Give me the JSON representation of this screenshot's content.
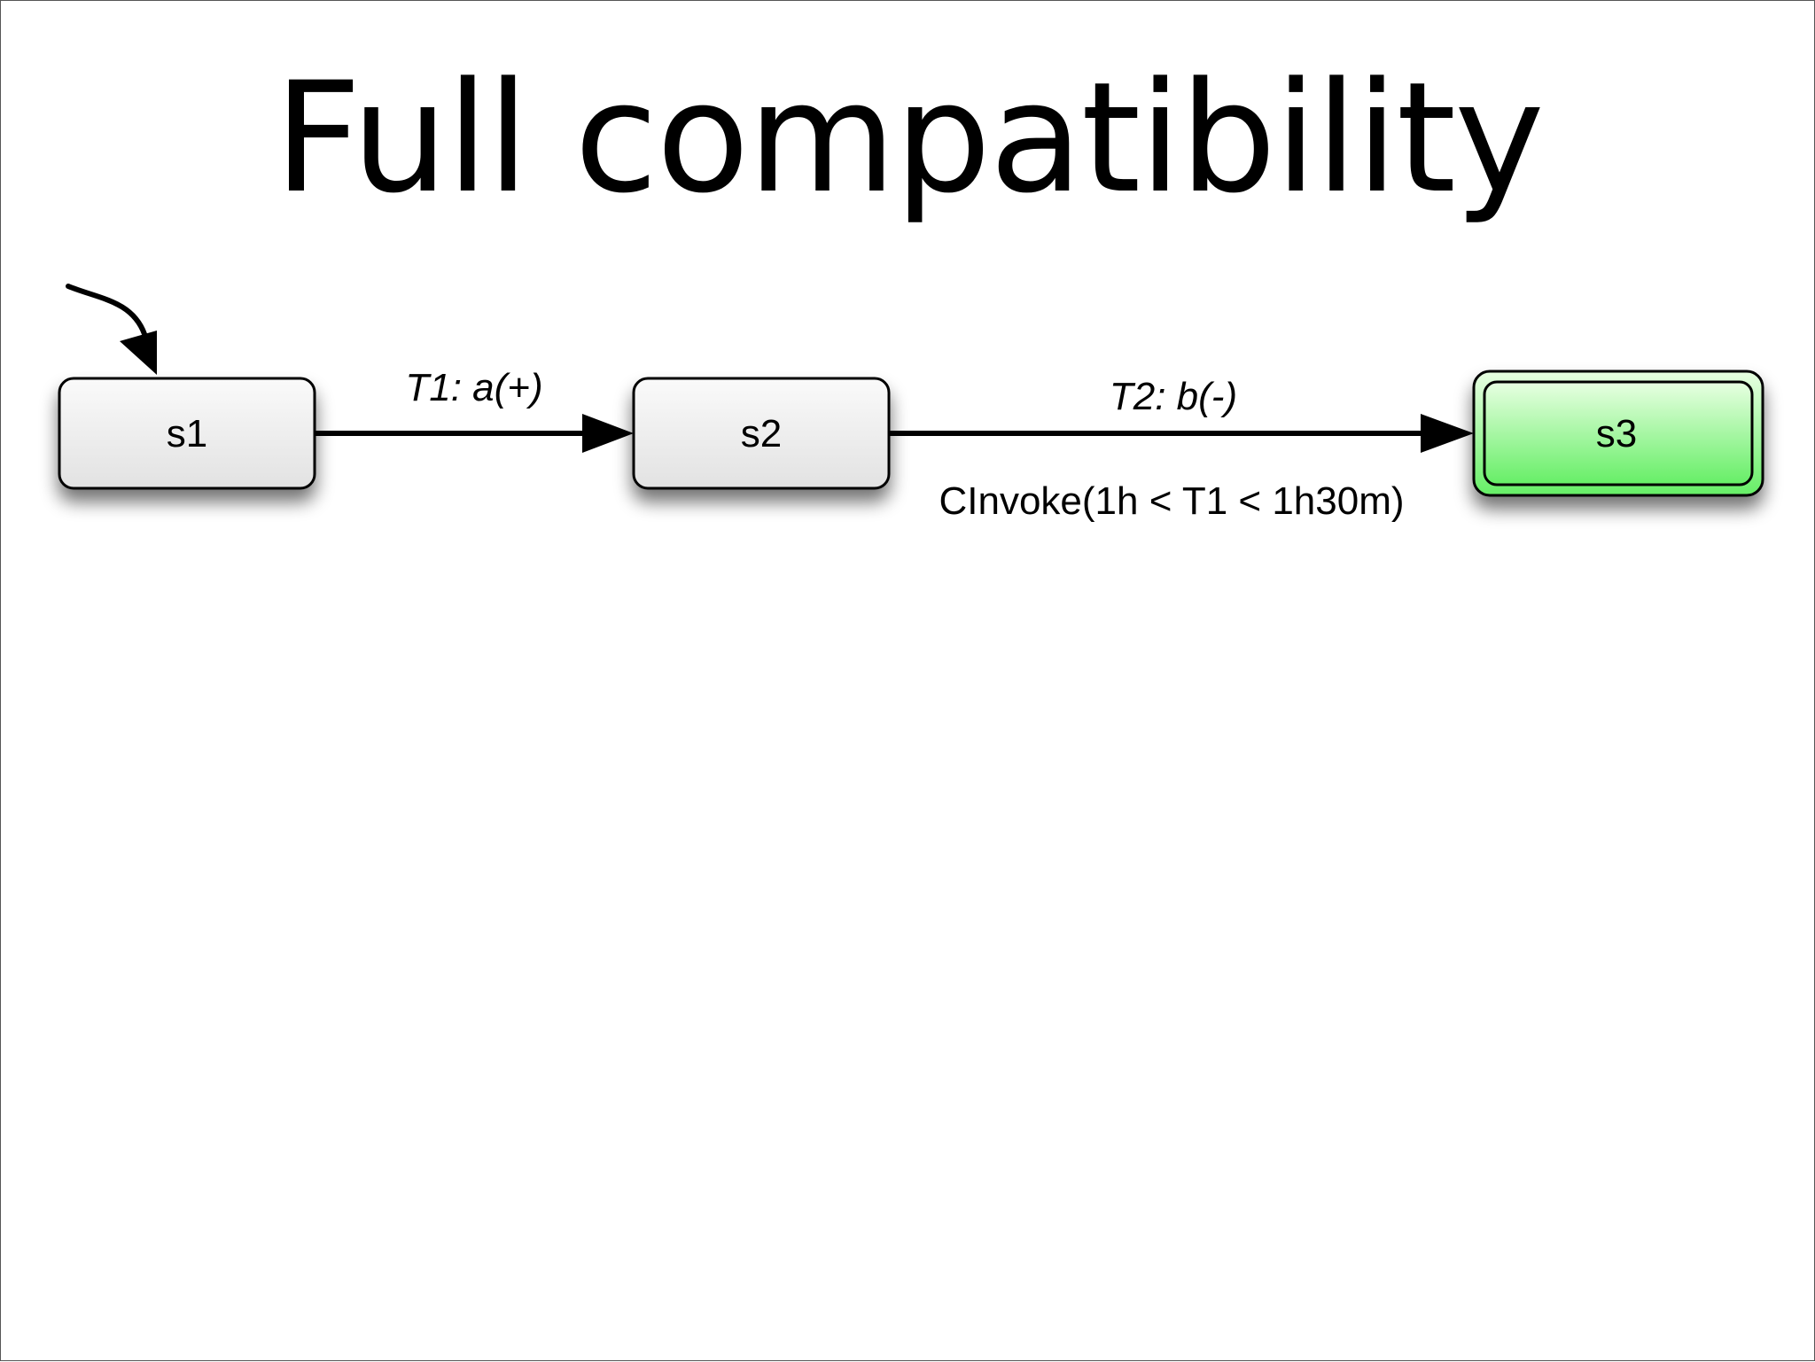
{
  "slide": {
    "title": "Full compatibility"
  },
  "diagram": {
    "states": [
      {
        "id": "s1",
        "label": "s1",
        "initial": true,
        "final": false
      },
      {
        "id": "s2",
        "label": "s2",
        "initial": false,
        "final": false
      },
      {
        "id": "s3",
        "label": "s3",
        "initial": false,
        "final": true
      }
    ],
    "transitions": [
      {
        "from": "s1",
        "to": "s2",
        "label": "T1: a(+)",
        "constraint": ""
      },
      {
        "from": "s2",
        "to": "s3",
        "label": "T2: b(-)",
        "constraint": "CInvoke(1h < T1 < 1h30m)"
      }
    ],
    "colors": {
      "state_fill_top": "#fafafa",
      "state_fill_bottom": "#e2e2e2",
      "final_fill_top": "#e8ffe2",
      "final_fill_bottom": "#66ee66",
      "stroke": "#000000"
    }
  }
}
